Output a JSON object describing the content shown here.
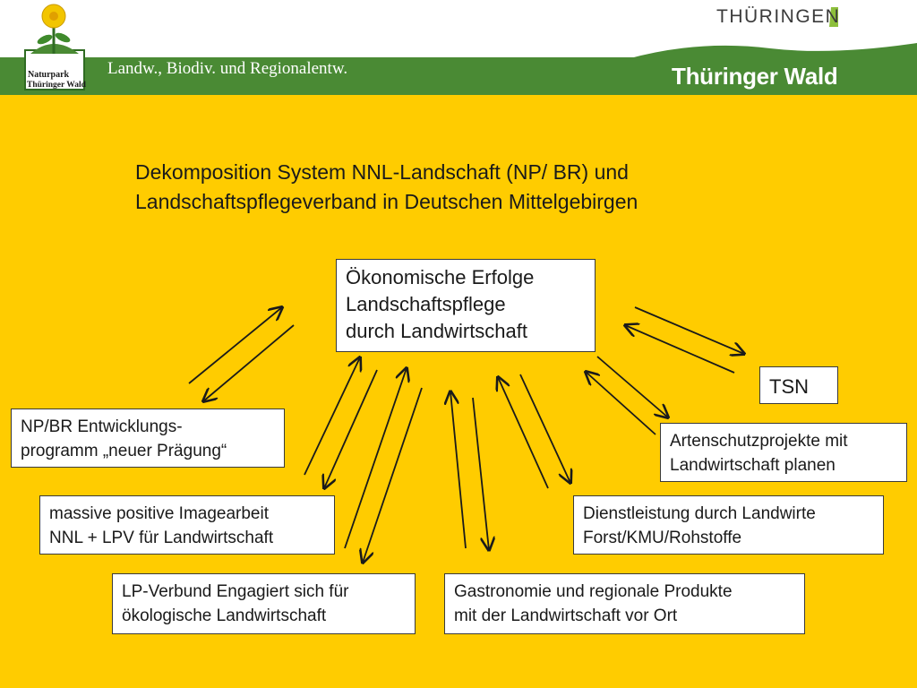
{
  "header": {
    "logo_text_line1": "Naturpark",
    "logo_text_line2": "Thüringer Wald",
    "tagline": "Landw., Biodiv. und Regionalentw.",
    "wordmark_top": "THÜRINGEN",
    "wordmark_bottom": "Thüringer Wald",
    "colors": {
      "band_green": "#4a8a34",
      "background_yellow": "#ffcc00"
    }
  },
  "slide": {
    "title_line1": "Dekomposition System NNL-Landschaft (NP/ BR) und",
    "title_line2": "Landschaftspflegeverband in Deutschen Mittelgebirgen"
  },
  "boxes": {
    "center": {
      "line1": "Ökonomische Erfolge",
      "line2": "Landschaftspflege",
      "line3": "durch Landwirtschaft"
    },
    "tsn": {
      "line1": "TSN"
    },
    "np_br": {
      "line1": "NP/BR Entwicklungs-",
      "line2": "programm „neuer Prägung“"
    },
    "artenschutz": {
      "line1": "Artenschutzprojekte mit",
      "line2": "Landwirtschaft planen"
    },
    "imagearbeit": {
      "line1": "massive positive Imagearbeit",
      "line2": "NNL + LPV für Landwirtschaft"
    },
    "dienstleistung": {
      "line1": "Dienstleistung durch Landwirte",
      "line2": "Forst/KMU/Rohstoffe"
    },
    "lp_verbund": {
      "line1": "LP-Verbund Engagiert sich für",
      "line2": "ökologische Landwirtschaft"
    },
    "gastronomie": {
      "line1": "Gastronomie und regionale Produkte",
      "line2": "mit der Landwirtschaft vor Ort"
    }
  }
}
